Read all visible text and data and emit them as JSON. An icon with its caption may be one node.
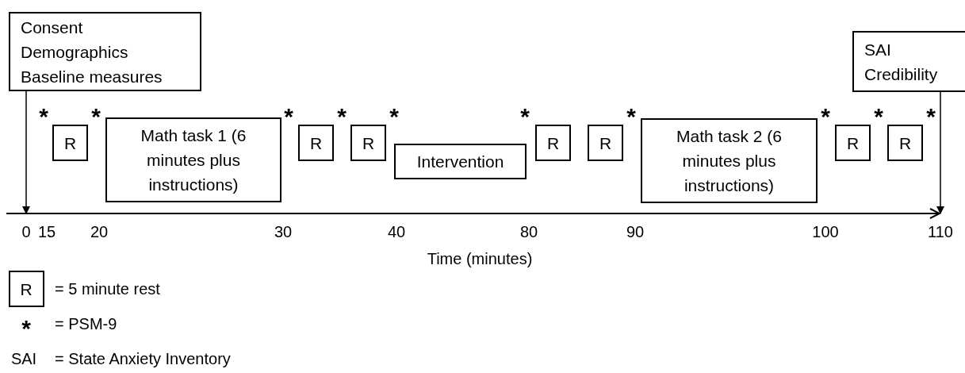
{
  "diagram": {
    "nodes": [
      {
        "text": [
          "Consent",
          "Demographics",
          "Baseline measures"
        ]
      },
      {
        "text": [
          "SAI",
          "Credibility"
        ]
      },
      {
        "text": [
          "R"
        ]
      },
      {
        "text": [
          "Math task 1 (6 minutes plus instructions)"
        ]
      },
      {
        "text": [
          "R"
        ]
      },
      {
        "text": [
          "R"
        ]
      },
      {
        "text": [
          "Intervention"
        ]
      },
      {
        "text": [
          "R"
        ]
      },
      {
        "text": [
          "R"
        ]
      },
      {
        "text": [
          "Math task 2 (6 minutes plus instructions)"
        ]
      },
      {
        "text": [
          "R"
        ]
      },
      {
        "text": [
          "R"
        ]
      },
      {
        "text": [
          "0"
        ]
      },
      {
        "text": [
          "110"
        ]
      }
    ],
    "edges": [
      {
        "from": 0,
        "to": 12,
        "arrow": "to"
      },
      {
        "from": 1,
        "to": 13,
        "arrow": "to"
      }
    ],
    "labels": [
      "*",
      "*",
      "*",
      "*",
      "*",
      "*",
      "*",
      "*",
      "*",
      "*",
      "15",
      "20",
      "30",
      "40",
      "80",
      "90",
      "100",
      "Time (minutes)",
      "R",
      "*",
      "SAI"
    ],
    "legend": [
      {
        "text": "= 5 minute rest"
      },
      {
        "text": "= PSM-9"
      },
      {
        "text": "= State Anxiety Inventory"
      }
    ]
  }
}
